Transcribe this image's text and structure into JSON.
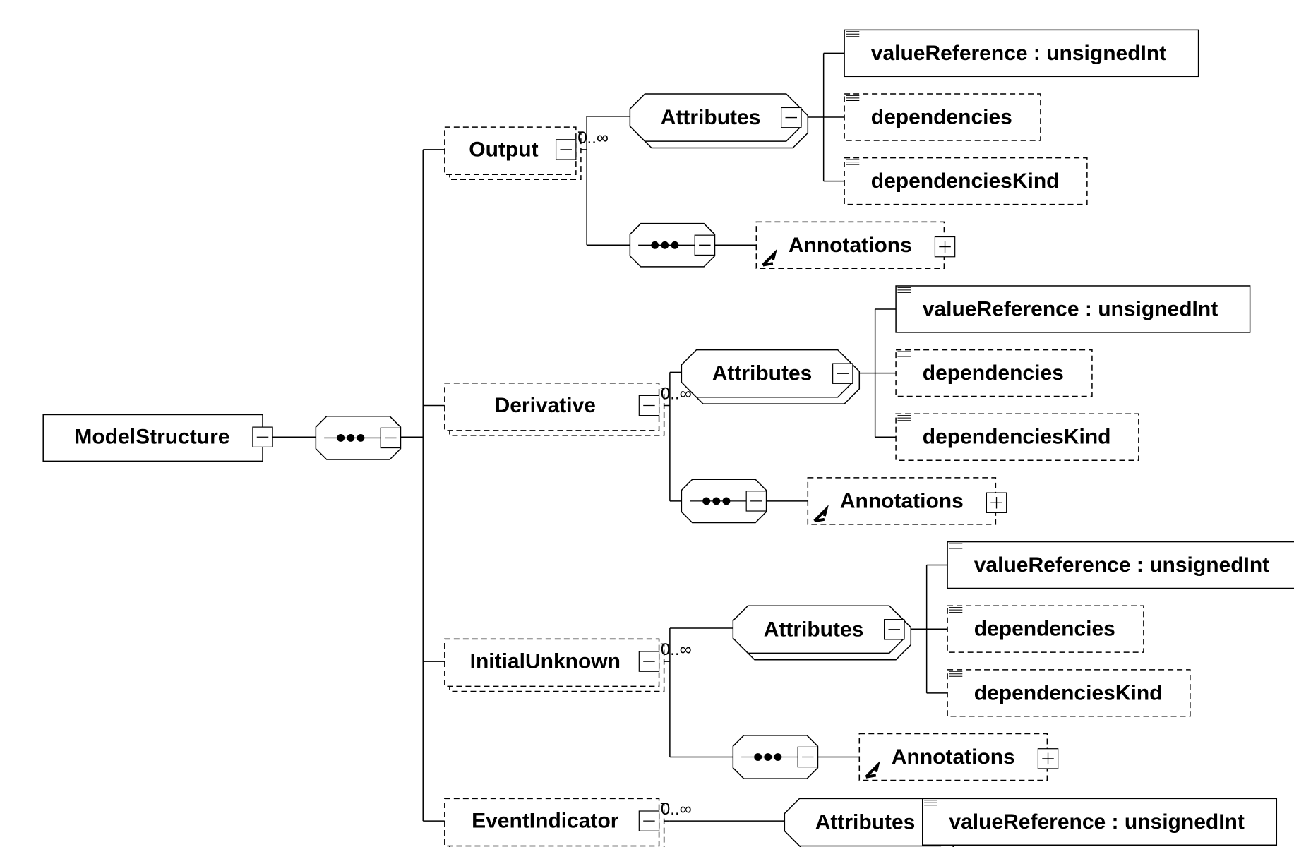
{
  "diagram": {
    "root": {
      "label": "ModelStructure",
      "expand_symbol": "−"
    },
    "main_compositor": {
      "kind": "sequence",
      "expand_symbol": "−"
    },
    "groups": [
      {
        "key": "output",
        "label": "Output",
        "occurrence": "0..∞",
        "attributes": {
          "label": "Attributes",
          "items": [
            {
              "label": "valueReference : unsignedInt",
              "required": true
            },
            {
              "label": "dependencies",
              "required": false
            },
            {
              "label": "dependenciesKind",
              "required": false
            }
          ]
        },
        "annotations": {
          "label": "Annotations",
          "expand_symbol": "+"
        }
      },
      {
        "key": "derivative",
        "label": "Derivative",
        "occurrence": "0..∞",
        "attributes": {
          "label": "Attributes",
          "items": [
            {
              "label": "valueReference : unsignedInt",
              "required": true
            },
            {
              "label": "dependencies",
              "required": false
            },
            {
              "label": "dependenciesKind",
              "required": false
            }
          ]
        },
        "annotations": {
          "label": "Annotations",
          "expand_symbol": "+"
        }
      },
      {
        "key": "initial-unknown",
        "label": "InitialUnknown",
        "occurrence": "0..∞",
        "attributes": {
          "label": "Attributes",
          "items": [
            {
              "label": "valueReference : unsignedInt",
              "required": true
            },
            {
              "label": "dependencies",
              "required": false
            },
            {
              "label": "dependenciesKind",
              "required": false
            }
          ]
        },
        "annotations": {
          "label": "Annotations",
          "expand_symbol": "+"
        }
      },
      {
        "key": "event-indicator",
        "label": "EventIndicator",
        "occurrence": "0..∞",
        "attributes": {
          "label": "Attributes",
          "items": [
            {
              "label": "valueReference : unsignedInt",
              "required": true
            }
          ]
        }
      }
    ],
    "colors": {
      "stroke": "#000000",
      "background": "#ffffff"
    }
  }
}
